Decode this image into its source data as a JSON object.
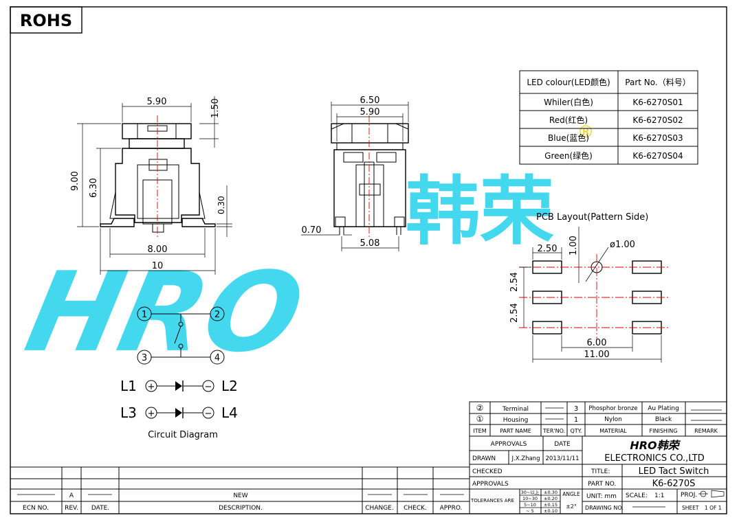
{
  "rohs_label": "ROHS",
  "watermark": {
    "latin": "HRO",
    "cjk": "韩荣",
    "registered": "®",
    "color": "#39d6ee"
  },
  "dims": {
    "front_top_width": "5.90",
    "front_cap_height": "1.50",
    "front_total_height": "9.00",
    "front_body_height": "6.30",
    "front_lead_thickness": "0.30",
    "front_lead_span": "8.00",
    "front_overall": "10",
    "side_outer": "6.50",
    "side_inner": "5.90",
    "side_lead_width": "0.70",
    "side_pitch": "5.08"
  },
  "led_table": {
    "headers": [
      "LED colour(LED颜色)",
      "Part No.（料号）"
    ],
    "rows": [
      {
        "colour": "Whiler(白色)",
        "part": "K6-6270S01"
      },
      {
        "colour": "Red(红色)",
        "part": "K6-6270S02"
      },
      {
        "colour": "Blue(蓝色)",
        "part": "K6-6270S03"
      },
      {
        "colour": "Green(绿色)",
        "part": "K6-6270S04"
      }
    ]
  },
  "pcb": {
    "title": "PCB Layout(Pattern Side)",
    "pad_width": "2.50",
    "offset": "1.00",
    "hole": "ø1.00",
    "pitch_1": "2.54",
    "pitch_2": "2.54",
    "inner_span": "6.00",
    "outer_span": "11.00"
  },
  "circuit": {
    "title": "Circuit Diagram",
    "n1": "1",
    "n2": "2",
    "n3": "3",
    "n4": "4",
    "l1": "L1",
    "l2": "L2",
    "l3": "L3",
    "l4": "L4",
    "plus": "+",
    "minus": "−"
  },
  "bom": {
    "rows": [
      {
        "item": "②",
        "name": "Terminal",
        "qty": "3",
        "material": "Phosphor bronze",
        "finishing": "Au Plating",
        "remark": ""
      },
      {
        "item": "①",
        "name": "Housing",
        "qty": "1",
        "material": "Nylon",
        "finishing": "Black",
        "remark": ""
      }
    ],
    "headers": {
      "item": "ITEM",
      "name": "PART NAME",
      "terno": "TER'NO.",
      "qty": "QTY.",
      "material": "MATERIAL",
      "finishing": "FINISHING",
      "remark": "REMARK"
    }
  },
  "title_block": {
    "approvals": "APPROVALS",
    "date": "DATE",
    "drawn": "DRAWN",
    "drawn_by": "J.X.Zhang",
    "drawn_date": "2013/11/11",
    "checked": "CHECKED",
    "approvals2": "APPROVALS",
    "company": "ELECTRONICS CO.,LTD",
    "logo": "HRO韩荣",
    "title_label": "TITLE:",
    "title": "LED Tact Switch",
    "part_no_label": "PART NO.",
    "part_no": "K6-6270S",
    "tolerances": "TOLERANCES ARE",
    "tol_ranges": [
      "30~以上",
      "10~30",
      "5~10",
      "~ 5"
    ],
    "tol_values": [
      "±0.30",
      "±0.20",
      "±0.15",
      "±0.10"
    ],
    "angle": "ANGLE",
    "angle_val": "±2°",
    "unit": "UNIT: mm",
    "scale": "SCALE:",
    "scale_val": "1:1",
    "proj": "PROJ.",
    "drawing_no": "DRAWING NO.",
    "sheet": "SHEET",
    "sheet_val": "1 OF 1"
  },
  "revision": {
    "ecn": "ECN NO.",
    "rev": "REV.",
    "date": "DATE.",
    "description": "DESCRIPTION.",
    "change": "CHANGE.",
    "check": "CHECK.",
    "appro": "APPRO.",
    "rev_val": "A",
    "desc_val": "NEW"
  }
}
